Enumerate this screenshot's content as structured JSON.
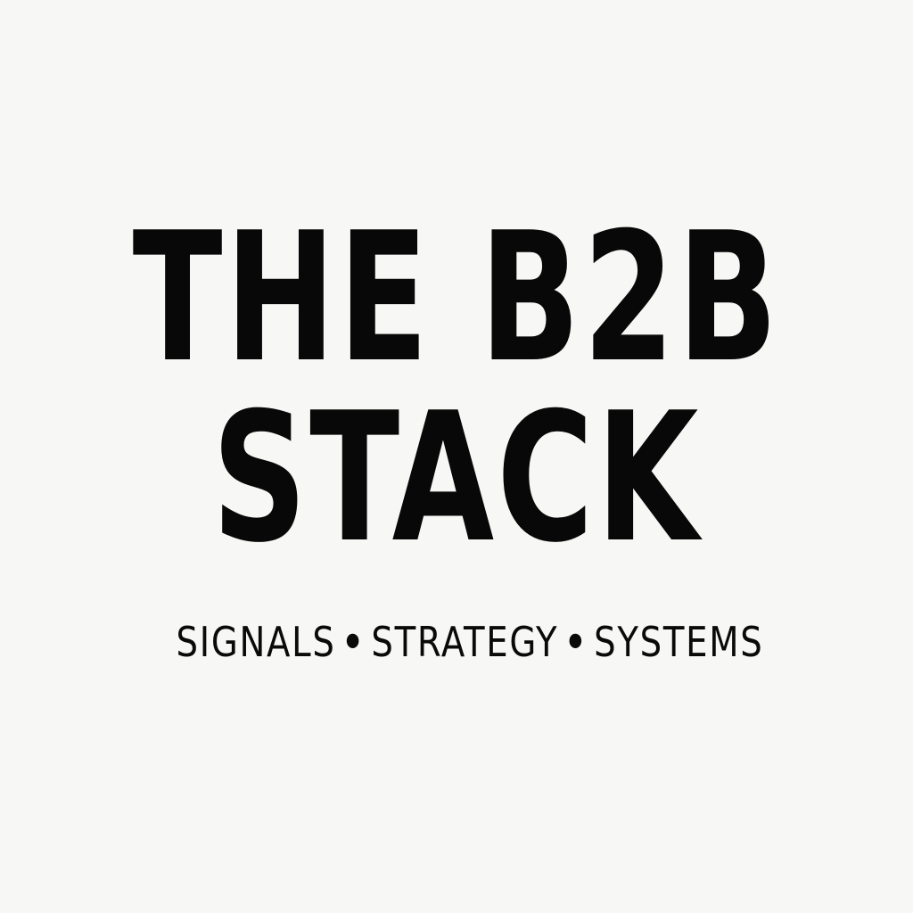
{
  "background_color": "#f7f7f5",
  "text_color": "#080808",
  "title": {
    "line1": "THE B2B",
    "line2": "STACK"
  },
  "tagline": {
    "items": [
      "SIGNALS",
      "STRATEGY",
      "SYSTEMS"
    ],
    "separator": "•"
  }
}
